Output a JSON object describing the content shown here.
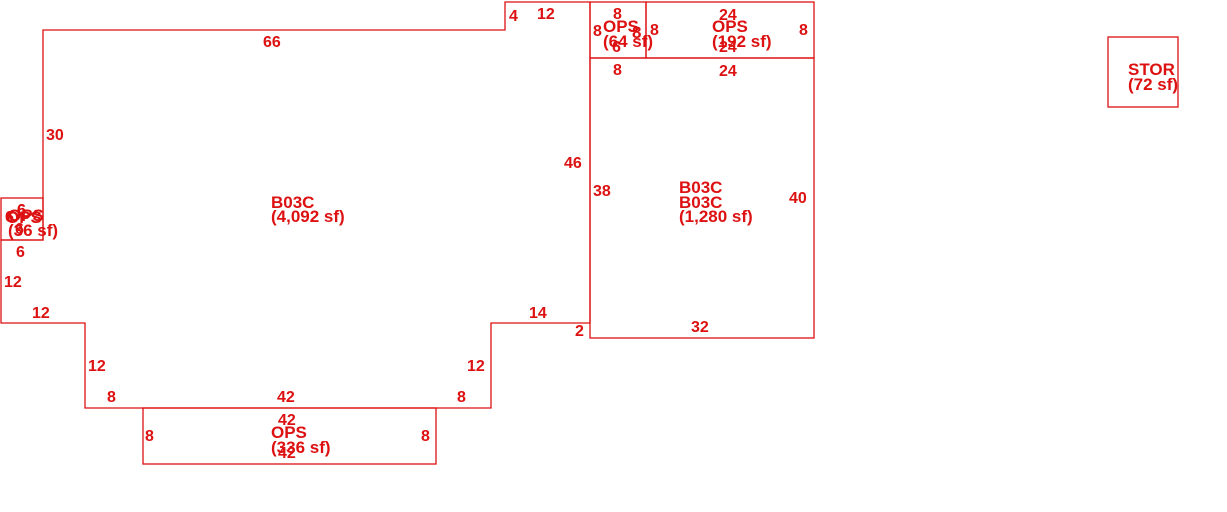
{
  "areas": [
    {
      "name": "main",
      "label": "B03C",
      "area": "(4,092 sf)",
      "dims": [
        "66",
        "4",
        "12",
        "46",
        "2",
        "14",
        "12",
        "8",
        "42",
        "8",
        "12",
        "12",
        "12",
        "6",
        "6",
        "30"
      ]
    },
    {
      "name": "b03c-right",
      "labels": [
        "B03C",
        "B03C"
      ],
      "area": "(1,280 sf)",
      "dims": [
        "24",
        "40",
        "32",
        "38"
      ]
    },
    {
      "name": "ops-small",
      "labels": [
        "OPS",
        "8"
      ],
      "area": "(64 sf)",
      "dims": [
        "8",
        "8",
        "8",
        "8",
        "6"
      ]
    },
    {
      "name": "ops-top",
      "label": "OPS",
      "area": "(192 sf)",
      "dims": [
        "24",
        "8",
        "24"
      ]
    },
    {
      "name": "ops-left",
      "labels": [
        "OPS",
        "OPS"
      ],
      "area": "(36 sf)",
      "dims": [
        "6",
        "6",
        "6"
      ]
    },
    {
      "name": "ops-bottom",
      "label": "OPS",
      "area": "(336 sf)",
      "dims": [
        "42",
        "8",
        "8",
        "42"
      ]
    },
    {
      "name": "stor",
      "label": "STOR",
      "area": "(72 sf)"
    }
  ],
  "colors": {
    "line": "#dd1111",
    "background": "#ffffff"
  }
}
